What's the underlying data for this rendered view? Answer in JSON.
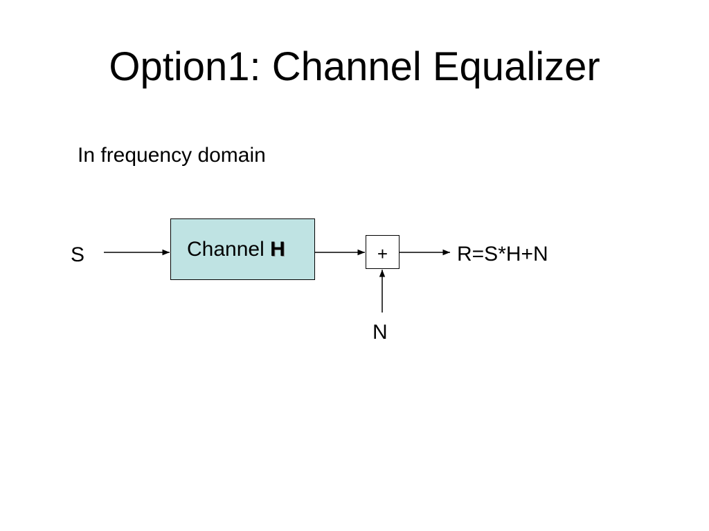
{
  "slide": {
    "title": "Option1: Channel Equalizer",
    "subtitle": "In frequency domain"
  },
  "diagram": {
    "input_label": "S",
    "channel_label": "Channel ",
    "channel_symbol": "H",
    "adder_symbol": "+",
    "output_label": "R=S*H+N",
    "noise_label": "N",
    "colors": {
      "channel_fill": "#bfe3e3",
      "line": "#000000"
    }
  }
}
